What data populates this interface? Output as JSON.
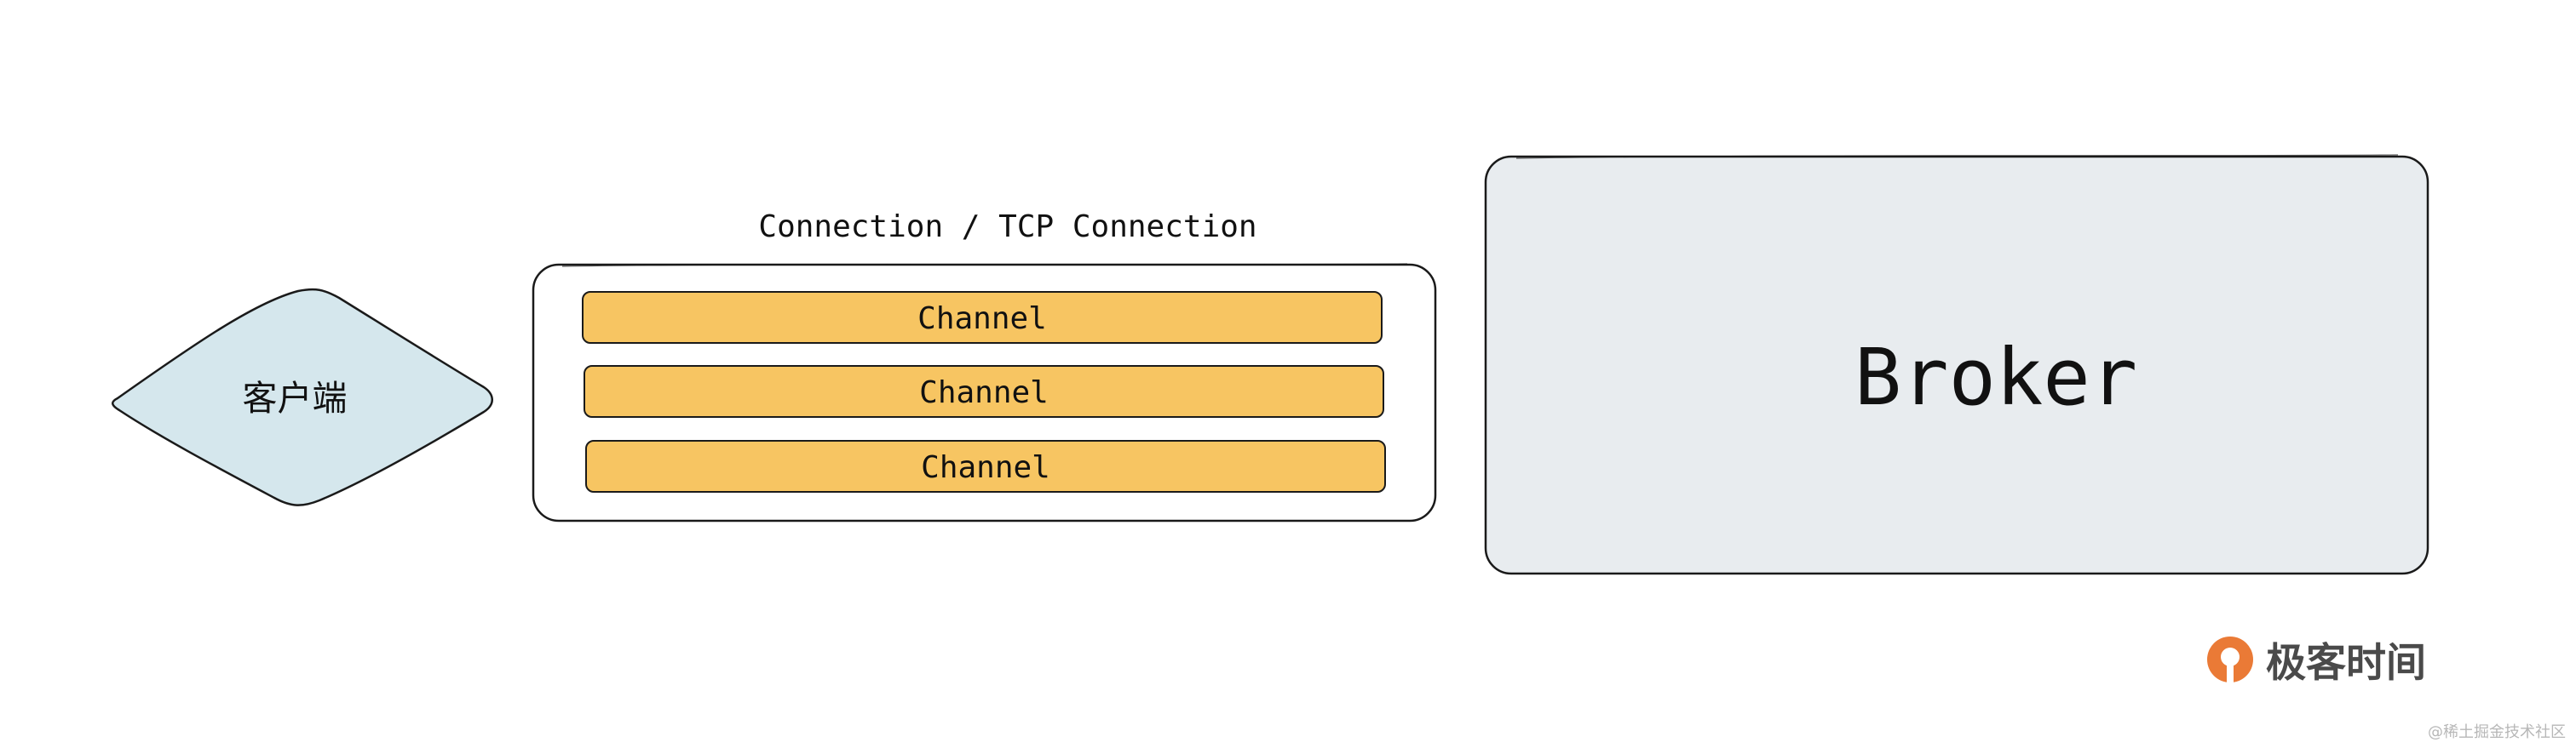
{
  "client": {
    "label": "客户端",
    "fill": "#d5e7ed"
  },
  "connection": {
    "title": "Connection / TCP Connection",
    "channels": [
      {
        "label": "Channel"
      },
      {
        "label": "Channel"
      },
      {
        "label": "Channel"
      }
    ],
    "channel_fill": "#f7c562"
  },
  "broker": {
    "label": "Broker",
    "fill": "#e8ecef"
  },
  "brand": {
    "name": "极客时间",
    "logo_color": "#ea7a36"
  },
  "watermark": "@稀土掘金技术社区"
}
